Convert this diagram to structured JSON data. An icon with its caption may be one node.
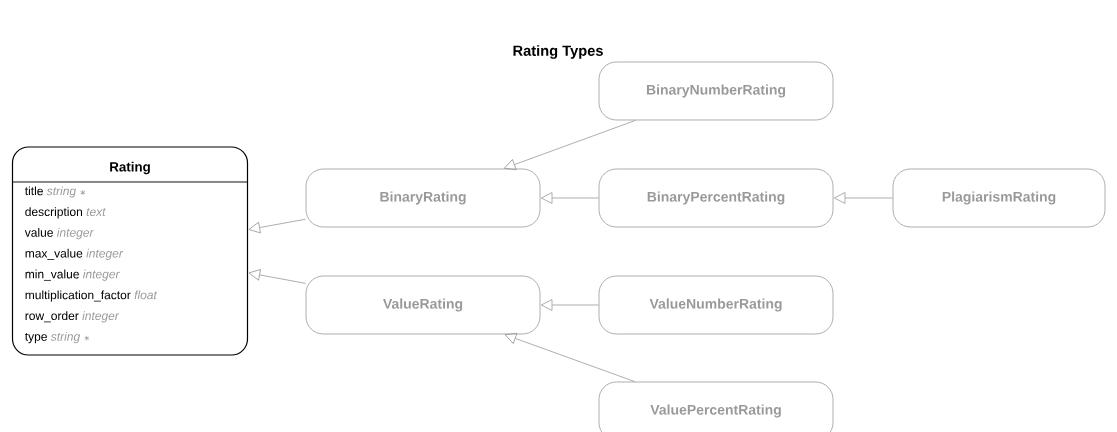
{
  "diagram": {
    "title": "Rating Types",
    "nodes": [
      {
        "text": [
          "Rating",
          "title *string ∗*",
          "description *text*",
          "value *integer*",
          "max_value *integer*",
          "min_value *integer*",
          "multiplication_factor *float*",
          "row_order *integer*",
          "type *string ∗*"
        ]
      },
      {
        "text": [
          "BinaryNumberRating"
        ]
      },
      {
        "text": [
          "BinaryRating"
        ]
      },
      {
        "text": [
          "BinaryPercentRating"
        ]
      },
      {
        "text": [
          "PlagiarismRating"
        ]
      },
      {
        "text": [
          "ValueRating"
        ]
      },
      {
        "text": [
          "ValueNumberRating"
        ]
      },
      {
        "text": [
          "ValuePercentRating"
        ]
      }
    ],
    "edges": [
      {
        "from": 2,
        "to": 0,
        "arrow": "to"
      },
      {
        "from": 5,
        "to": 0,
        "arrow": "to"
      },
      {
        "from": 1,
        "to": 2,
        "arrow": "to"
      },
      {
        "from": 3,
        "to": 2,
        "arrow": "to"
      },
      {
        "from": 4,
        "to": 3,
        "arrow": "to"
      },
      {
        "from": 6,
        "to": 5,
        "arrow": "to"
      },
      {
        "from": 7,
        "to": 5,
        "arrow": "to"
      }
    ]
  }
}
